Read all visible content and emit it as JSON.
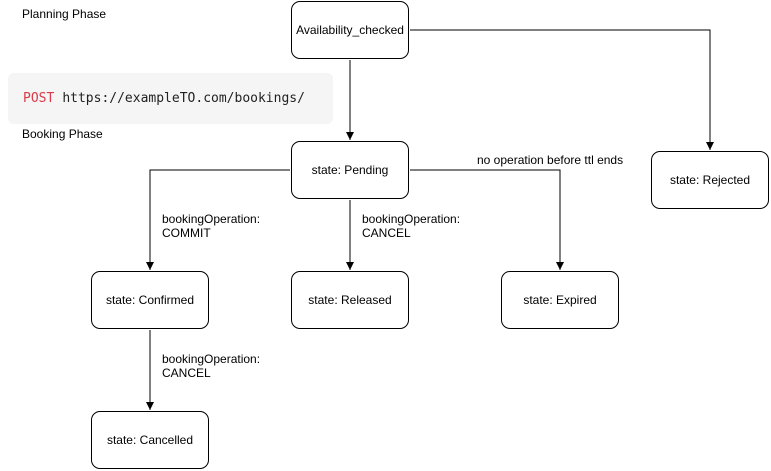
{
  "phases": {
    "planning": "Planning Phase",
    "booking": "Booking Phase"
  },
  "request": {
    "method": "POST",
    "url": "https://exampleTO.com/bookings/"
  },
  "nodes": {
    "availability_checked": "Availability_checked",
    "pending": "state: Pending",
    "rejected": "state: Rejected",
    "confirmed": "state: Confirmed",
    "released": "state: Released",
    "expired": "state: Expired",
    "cancelled": "state: Cancelled"
  },
  "edges": {
    "commit": {
      "line1": "bookingOperation:",
      "line2": "COMMIT"
    },
    "cancel_pending": {
      "line1": "bookingOperation:",
      "line2": "CANCEL"
    },
    "ttl": "no operation before ttl ends",
    "cancel_confirmed": {
      "line1": "bookingOperation:",
      "line2": "CANCEL"
    }
  },
  "colors": {
    "method": "#d73a49",
    "code_background": "#f5f5f5",
    "stroke": "#000000"
  }
}
